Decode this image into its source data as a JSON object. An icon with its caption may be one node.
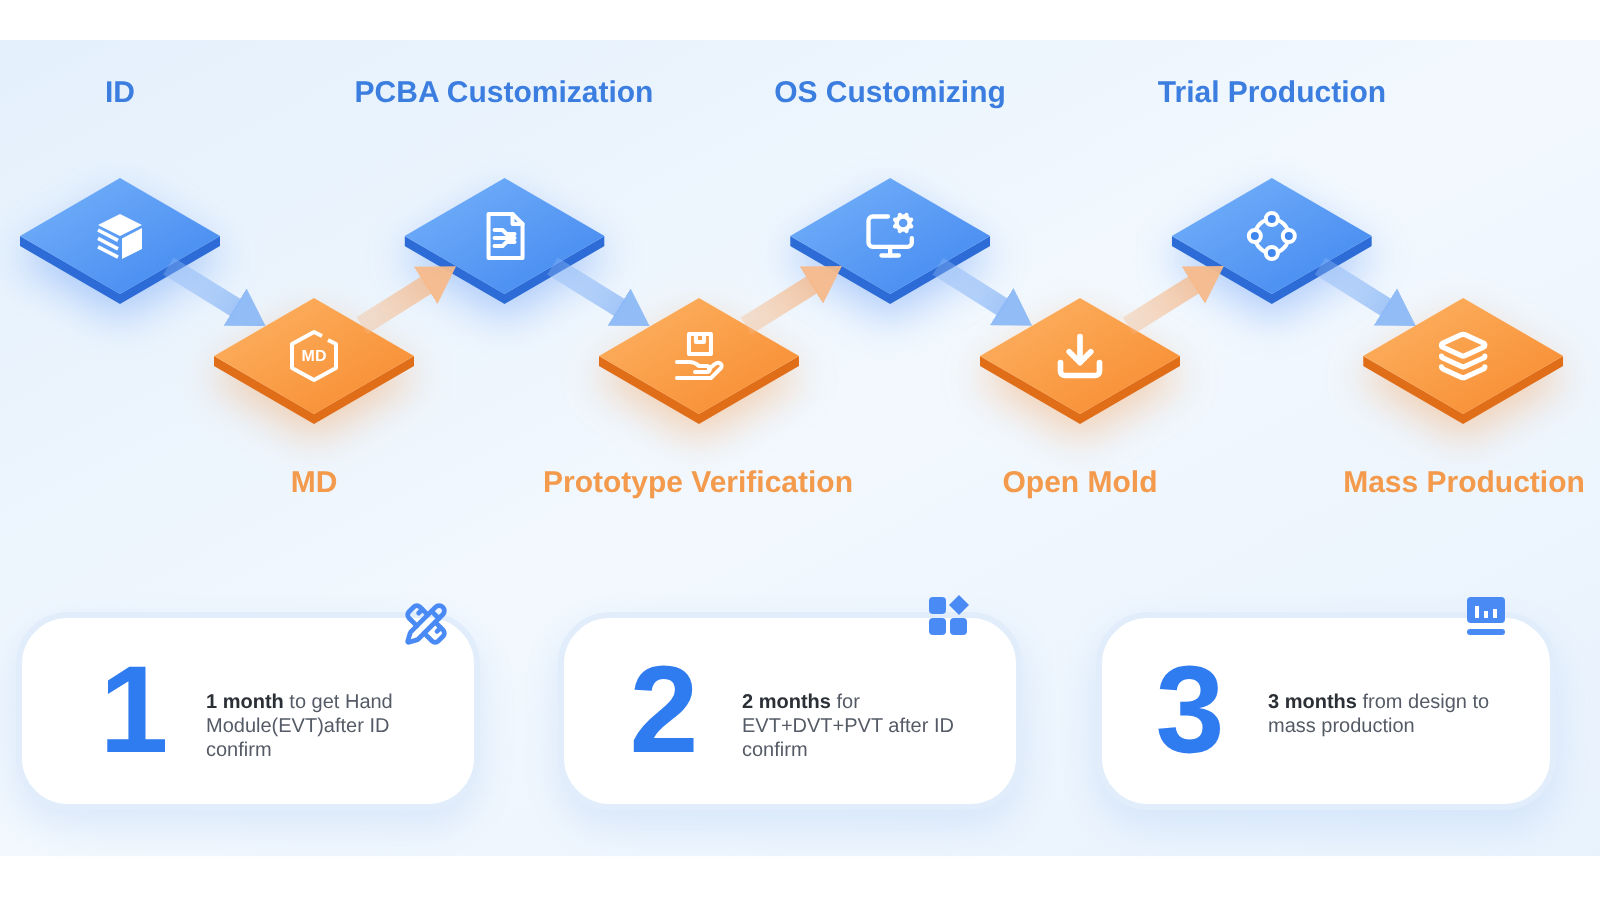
{
  "diagram": {
    "nodes": [
      {
        "text": [
          "ID"
        ]
      },
      {
        "text": [
          "MD",
          "MD"
        ]
      },
      {
        "text": [
          "PCBA Customization"
        ]
      },
      {
        "text": [
          "Prototype Verification"
        ]
      },
      {
        "text": [
          "OS Customizing"
        ]
      },
      {
        "text": [
          "Open Mold"
        ]
      },
      {
        "text": [
          "Trial Production"
        ]
      },
      {
        "text": [
          "Mass Production"
        ]
      },
      {
        "text": [
          "1",
          "**1 month** to get Hand Module(EVT)after ID confirm"
        ]
      },
      {
        "text": [
          "2",
          "**2 months** for EVT+DVT+PVT after ID confirm"
        ]
      },
      {
        "text": [
          "3",
          "**3 months** from design to mass production"
        ]
      }
    ],
    "edges": [
      {
        "from": 0,
        "to": 1,
        "arrow": "to"
      },
      {
        "from": 1,
        "to": 2,
        "arrow": "to",
        "color": "#f5b98a"
      },
      {
        "from": 2,
        "to": 3,
        "arrow": "to"
      },
      {
        "from": 3,
        "to": 4,
        "arrow": "to",
        "color": "#f5b98a"
      },
      {
        "from": 4,
        "to": 5,
        "arrow": "to"
      },
      {
        "from": 5,
        "to": 6,
        "arrow": "to",
        "color": "#f5b98a"
      },
      {
        "from": 6,
        "to": 7,
        "arrow": "to"
      }
    ]
  }
}
